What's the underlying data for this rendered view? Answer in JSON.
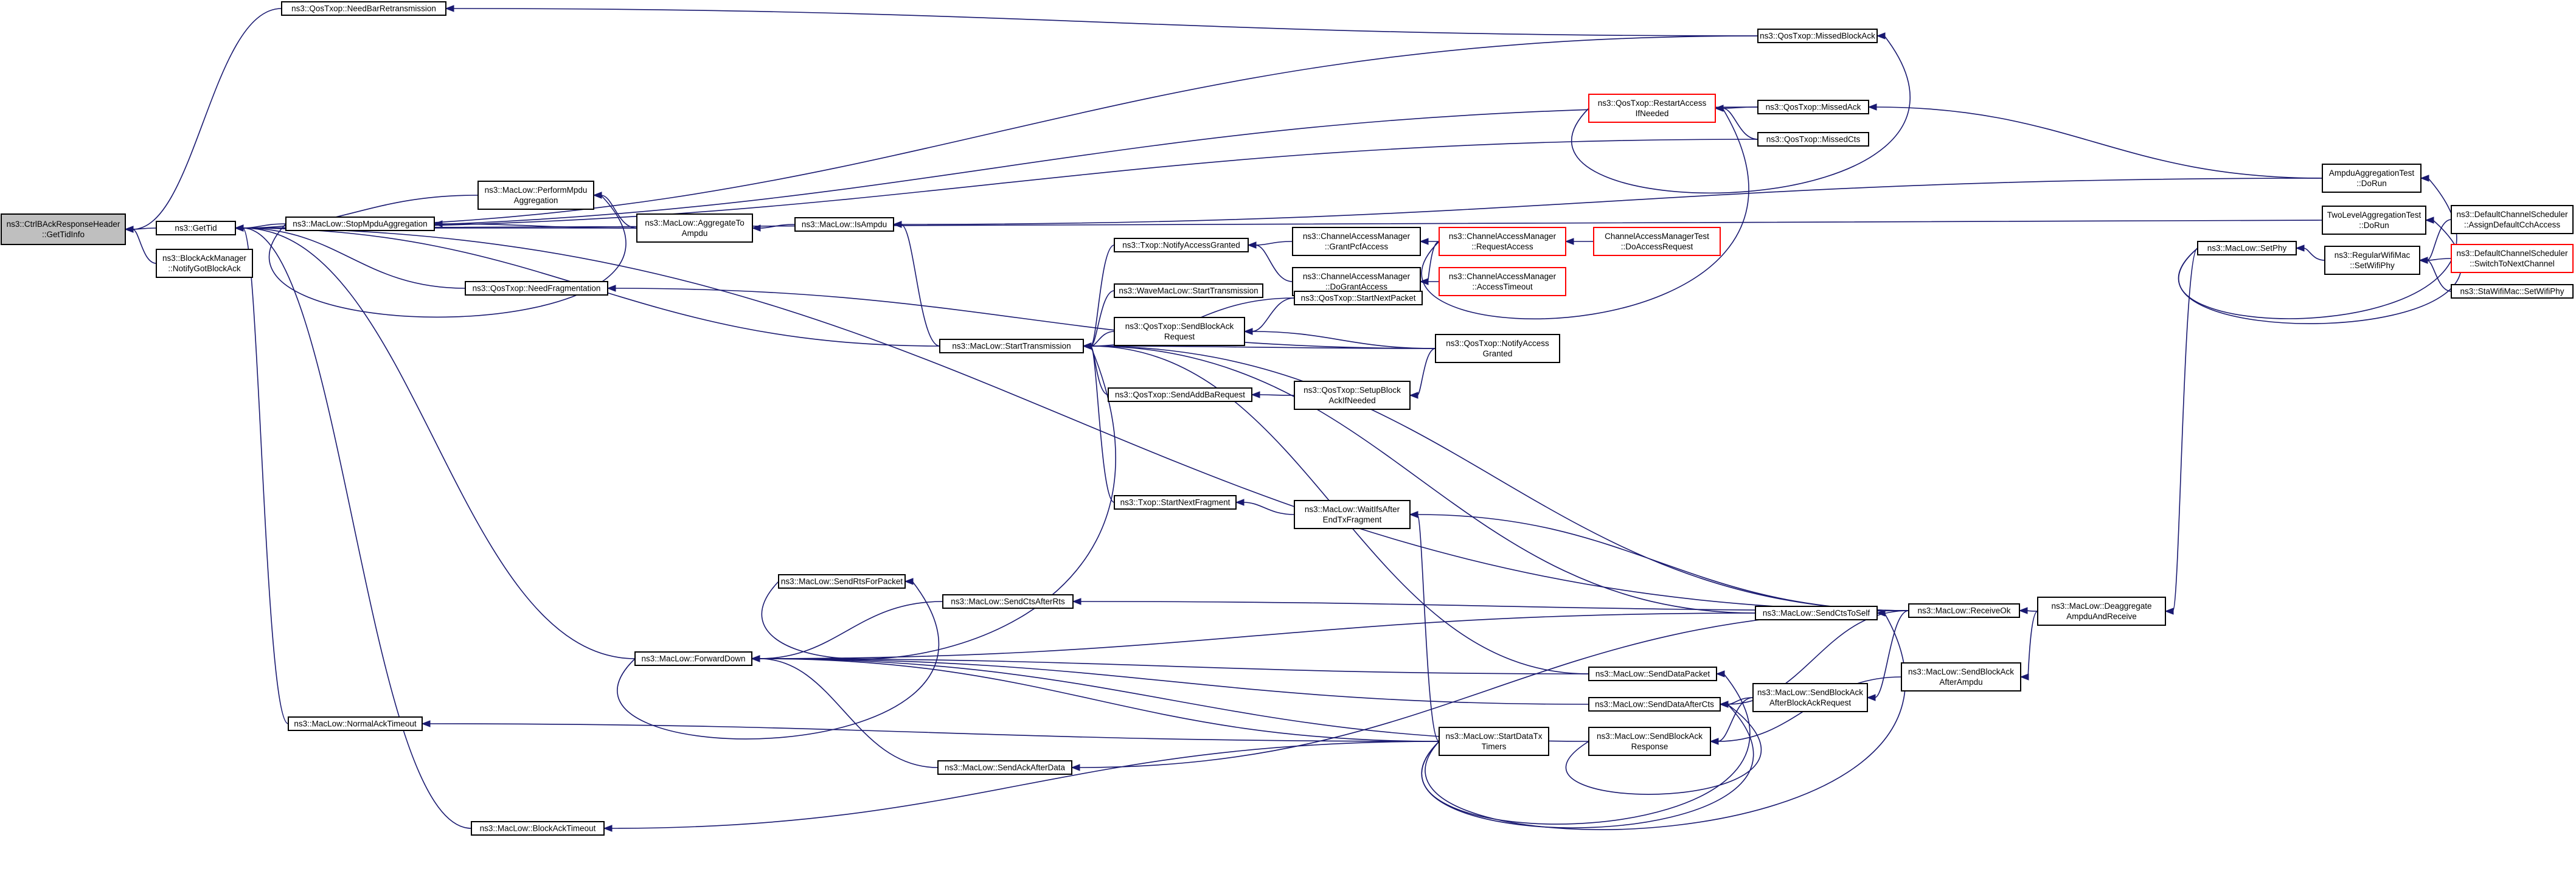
{
  "nodes": [
    {
      "id": "root",
      "lines": [
        "ns3::CtrlBAckResponseHeader",
        "::GetTidInfo"
      ],
      "style": "root"
    },
    {
      "id": "gettid",
      "lines": [
        "ns3::GetTid"
      ],
      "style": "normal"
    },
    {
      "id": "bam",
      "lines": [
        "ns3::BlockAckManager",
        "::NotifyGotBlockAck"
      ],
      "style": "normal"
    },
    {
      "id": "needbar",
      "lines": [
        "ns3::QosTxop::NeedBarRetransmission"
      ],
      "style": "normal"
    },
    {
      "id": "missedblockack",
      "lines": [
        "ns3::QosTxop::MissedBlockAck"
      ],
      "style": "normal"
    },
    {
      "id": "restartaccess",
      "lines": [
        "ns3::QosTxop::RestartAccess",
        "IfNeeded"
      ],
      "style": "red"
    },
    {
      "id": "missedack",
      "lines": [
        "ns3::QosTxop::MissedAck"
      ],
      "style": "normal"
    },
    {
      "id": "missedcts",
      "lines": [
        "ns3::QosTxop::MissedCts"
      ],
      "style": "normal"
    },
    {
      "id": "ampdutest",
      "lines": [
        "AmpduAggregationTest",
        "::DoRun"
      ],
      "style": "normal"
    },
    {
      "id": "twoleveltest",
      "lines": [
        "TwoLevelAggregationTest",
        "::DoRun"
      ],
      "style": "normal"
    },
    {
      "id": "setphy",
      "lines": [
        "ns3::MacLow::SetPhy"
      ],
      "style": "normal"
    },
    {
      "id": "regwifimac",
      "lines": [
        "ns3::RegularWifiMac",
        "::SetWifiPhy"
      ],
      "style": "normal"
    },
    {
      "id": "dcs_assign",
      "lines": [
        "ns3::DefaultChannelScheduler",
        "::AssignDefaultCchAccess"
      ],
      "style": "normal"
    },
    {
      "id": "dcs_switch",
      "lines": [
        "ns3::DefaultChannelScheduler",
        "::SwitchToNextChannel"
      ],
      "style": "red"
    },
    {
      "id": "stawifimac",
      "lines": [
        "ns3::StaWifiMac::SetWifiPhy"
      ],
      "style": "normal"
    },
    {
      "id": "performmpdu",
      "lines": [
        "ns3::MacLow::PerformMpdu",
        "Aggregation"
      ],
      "style": "normal"
    },
    {
      "id": "stopmpdu",
      "lines": [
        "ns3::MacLow::StopMpduAggregation"
      ],
      "style": "normal"
    },
    {
      "id": "aggregatetoampdu",
      "lines": [
        "ns3::MacLow::AggregateTo",
        "Ampdu"
      ],
      "style": "normal"
    },
    {
      "id": "isampdu",
      "lines": [
        "ns3::MacLow::IsAmpdu"
      ],
      "style": "normal"
    },
    {
      "id": "needfrag",
      "lines": [
        "ns3::QosTxop::NeedFragmentation"
      ],
      "style": "normal"
    },
    {
      "id": "notifyaccessgranted",
      "lines": [
        "ns3::Txop::NotifyAccessGranted"
      ],
      "style": "normal"
    },
    {
      "id": "grantpcf",
      "lines": [
        "ns3::ChannelAccessManager",
        "::GrantPcfAccess"
      ],
      "style": "normal"
    },
    {
      "id": "dogrant",
      "lines": [
        "ns3::ChannelAccessManager",
        "::DoGrantAccess"
      ],
      "style": "normal"
    },
    {
      "id": "requestaccess",
      "lines": [
        "ns3::ChannelAccessManager",
        "::RequestAccess"
      ],
      "style": "red"
    },
    {
      "id": "camtest",
      "lines": [
        "ChannelAccessManagerTest",
        "::DoAccessRequest"
      ],
      "style": "red"
    },
    {
      "id": "accesstimeout",
      "lines": [
        "ns3::ChannelAccessManager",
        "::AccessTimeout"
      ],
      "style": "red"
    },
    {
      "id": "wavemaclow",
      "lines": [
        "ns3::WaveMacLow::StartTransmission"
      ],
      "style": "normal"
    },
    {
      "id": "startnextpacket",
      "lines": [
        "ns3::QosTxop::StartNextPacket"
      ],
      "style": "normal"
    },
    {
      "id": "sendblockackreq",
      "lines": [
        "ns3::QosTxop::SendBlockAck",
        "Request"
      ],
      "style": "normal"
    },
    {
      "id": "qosnotifyaccess",
      "lines": [
        "ns3::QosTxop::NotifyAccess",
        "Granted"
      ],
      "style": "normal"
    },
    {
      "id": "starttransmission",
      "lines": [
        "ns3::MacLow::StartTransmission"
      ],
      "style": "normal"
    },
    {
      "id": "sendaddba",
      "lines": [
        "ns3::QosTxop::SendAddBaRequest"
      ],
      "style": "normal"
    },
    {
      "id": "setupblockack",
      "lines": [
        "ns3::QosTxop::SetupBlock",
        "AckIfNeeded"
      ],
      "style": "normal"
    },
    {
      "id": "txopstartnext",
      "lines": [
        "ns3::Txop::StartNextFragment"
      ],
      "style": "normal"
    },
    {
      "id": "waitifs",
      "lines": [
        "ns3::MacLow::WaitIfsAfter",
        "EndTxFragment"
      ],
      "style": "normal"
    },
    {
      "id": "sendrts",
      "lines": [
        "ns3::MacLow::SendRtsForPacket"
      ],
      "style": "normal"
    },
    {
      "id": "sendcts",
      "lines": [
        "ns3::MacLow::SendCtsAfterRts"
      ],
      "style": "normal"
    },
    {
      "id": "sendctstoself",
      "lines": [
        "ns3::MacLow::SendCtsToSelf"
      ],
      "style": "normal"
    },
    {
      "id": "receiveok",
      "lines": [
        "ns3::MacLow::ReceiveOk"
      ],
      "style": "normal"
    },
    {
      "id": "deaggregate",
      "lines": [
        "ns3::MacLow::Deaggregate",
        "AmpduAndReceive"
      ],
      "style": "normal"
    },
    {
      "id": "forwarddown",
      "lines": [
        "ns3::MacLow::ForwardDown"
      ],
      "style": "normal"
    },
    {
      "id": "senddatapacket",
      "lines": [
        "ns3::MacLow::SendDataPacket"
      ],
      "style": "normal"
    },
    {
      "id": "senddataaftercts",
      "lines": [
        "ns3::MacLow::SendDataAfterCts"
      ],
      "style": "normal"
    },
    {
      "id": "sendbaafterbareq",
      "lines": [
        "ns3::MacLow::SendBlockAck",
        "AfterBlockAckRequest"
      ],
      "style": "normal"
    },
    {
      "id": "sendbaafterampdu",
      "lines": [
        "ns3::MacLow::SendBlockAck",
        "AfterAmpdu"
      ],
      "style": "normal"
    },
    {
      "id": "normalacktimeout",
      "lines": [
        "ns3::MacLow::NormalAckTimeout"
      ],
      "style": "normal"
    },
    {
      "id": "startdatatx",
      "lines": [
        "ns3::MacLow::StartDataTx",
        "Timers"
      ],
      "style": "normal"
    },
    {
      "id": "sendbaresponse",
      "lines": [
        "ns3::MacLow::SendBlockAck",
        "Response"
      ],
      "style": "normal"
    },
    {
      "id": "sendackafterdata",
      "lines": [
        "ns3::MacLow::SendAckAfterData"
      ],
      "style": "normal"
    },
    {
      "id": "blockacktimeout",
      "lines": [
        "ns3::MacLow::BlockAckTimeout"
      ],
      "style": "normal"
    }
  ],
  "edges": [
    [
      "gettid",
      "root"
    ],
    [
      "bam",
      "root"
    ],
    [
      "needbar",
      "root"
    ],
    [
      "missedblockack",
      "needbar"
    ],
    [
      "missedblockack",
      "gettid"
    ],
    [
      "restartaccess",
      "missedblockack"
    ],
    [
      "missedack",
      "gettid"
    ],
    [
      "missedack",
      "restartaccess"
    ],
    [
      "missedcts",
      "gettid"
    ],
    [
      "missedcts",
      "restartaccess"
    ],
    [
      "requestaccess",
      "restartaccess"
    ],
    [
      "ampdutest",
      "missedack"
    ],
    [
      "ampdutest",
      "isampdu"
    ],
    [
      "twoleveltest",
      "gettid"
    ],
    [
      "setphy",
      "ampdutest"
    ],
    [
      "setphy",
      "twoleveltest"
    ],
    [
      "regwifimac",
      "setphy"
    ],
    [
      "dcs_assign",
      "regwifimac"
    ],
    [
      "dcs_switch",
      "regwifimac"
    ],
    [
      "stawifimac",
      "regwifimac"
    ],
    [
      "performmpdu",
      "gettid"
    ],
    [
      "stopmpdu",
      "gettid"
    ],
    [
      "stopmpdu",
      "performmpdu"
    ],
    [
      "aggregatetoampdu",
      "gettid"
    ],
    [
      "aggregatetoampdu",
      "stopmpdu"
    ],
    [
      "aggregatetoampdu",
      "performmpdu"
    ],
    [
      "isampdu",
      "aggregatetoampdu"
    ],
    [
      "needfrag",
      "gettid"
    ],
    [
      "qosnotifyaccess",
      "needfrag"
    ],
    [
      "starttransmission",
      "gettid"
    ],
    [
      "starttransmission",
      "isampdu"
    ],
    [
      "notifyaccessgranted",
      "starttransmission"
    ],
    [
      "grantpcf",
      "notifyaccessgranted"
    ],
    [
      "dogrant",
      "notifyaccessgranted"
    ],
    [
      "requestaccess",
      "grantpcf"
    ],
    [
      "requestaccess",
      "dogrant"
    ],
    [
      "accesstimeout",
      "dogrant"
    ],
    [
      "camtest",
      "requestaccess"
    ],
    [
      "wavemaclow",
      "starttransmission"
    ],
    [
      "startnextpacket",
      "starttransmission"
    ],
    [
      "qosnotifyaccess",
      "starttransmission"
    ],
    [
      "sendblockackreq",
      "starttransmission"
    ],
    [
      "startnextpacket",
      "sendblockackreq"
    ],
    [
      "qosnotifyaccess",
      "sendblockackreq"
    ],
    [
      "sendaddba",
      "starttransmission"
    ],
    [
      "setupblockack",
      "sendaddba"
    ],
    [
      "qosnotifyaccess",
      "setupblockack"
    ],
    [
      "txopstartnext",
      "starttransmission"
    ],
    [
      "waitifs",
      "txopstartnext"
    ],
    [
      "sendctstoself",
      "starttransmission"
    ],
    [
      "senddatapacket",
      "starttransmission"
    ],
    [
      "receiveok",
      "starttransmission"
    ],
    [
      "receiveok",
      "waitifs"
    ],
    [
      "receiveok",
      "gettid"
    ],
    [
      "deaggregate",
      "receiveok"
    ],
    [
      "setphy",
      "deaggregate"
    ],
    [
      "sendrts",
      "starttransmission"
    ],
    [
      "forwarddown",
      "gettid"
    ],
    [
      "forwarddown",
      "sendrts"
    ],
    [
      "sendcts",
      "forwarddown"
    ],
    [
      "receiveok",
      "sendcts"
    ],
    [
      "sendctstoself",
      "forwarddown"
    ],
    [
      "senddatapacket",
      "forwarddown"
    ],
    [
      "senddataaftercts",
      "forwarddown"
    ],
    [
      "receiveok",
      "senddataaftercts"
    ],
    [
      "startdatatx",
      "forwarddown"
    ],
    [
      "sendbaresponse",
      "forwarddown"
    ],
    [
      "sendackafterdata",
      "forwarddown"
    ],
    [
      "startdatatx",
      "waitifs"
    ],
    [
      "startdatatx",
      "senddatapacket"
    ],
    [
      "startdatatx",
      "senddataaftercts"
    ],
    [
      "sendbaresponse",
      "senddataaftercts"
    ],
    [
      "sendbaafterbareq",
      "senddataaftercts"
    ],
    [
      "sendbaafterbareq",
      "sendbaresponse"
    ],
    [
      "sendbaafterampdu",
      "sendbaresponse"
    ],
    [
      "deaggregate",
      "sendbaafterampdu"
    ],
    [
      "receiveok",
      "sendbaafterbareq"
    ],
    [
      "normalacktimeout",
      "gettid"
    ],
    [
      "startdatatx",
      "normalacktimeout"
    ],
    [
      "blockacktimeout",
      "gettid"
    ],
    [
      "startdatatx",
      "blockacktimeout"
    ],
    [
      "receiveok",
      "sendackafterdata"
    ],
    [
      "startdatatx",
      "sendctstoself"
    ]
  ]
}
